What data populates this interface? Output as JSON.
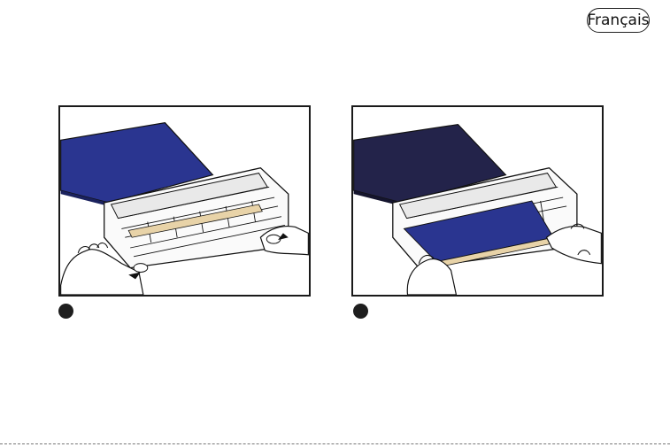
{
  "language_badge": "Français",
  "steps": [
    {
      "number": "",
      "illustration": "printer-loading-paper-cartridge",
      "cartridge_color": "#2a3590"
    },
    {
      "number": "",
      "illustration": "printer-removing-paper-sheet",
      "cartridge_color": "#23234a",
      "sheet_color": "#2a3590"
    }
  ]
}
